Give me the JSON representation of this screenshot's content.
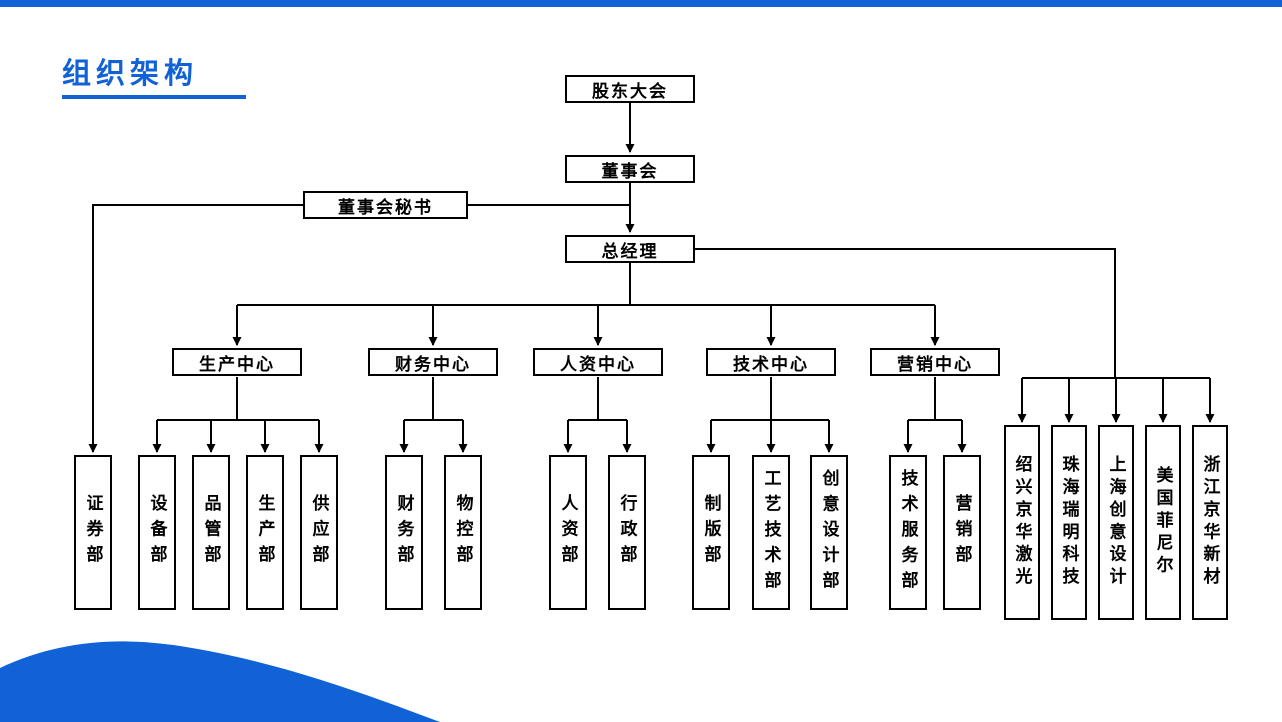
{
  "page": {
    "title": "组织架构"
  },
  "colors": {
    "accent_blue": "#1062d6",
    "line_black": "#000000",
    "box_fill": "#ffffff"
  },
  "org_chart": {
    "shareholders": "股东大会",
    "board": "董事会",
    "board_secretary": "董事会秘书",
    "general_manager": "总经理",
    "securities_dept": "证券部",
    "centers": [
      {
        "label": "生产中心",
        "departments": [
          "设备部",
          "品管部",
          "生产部",
          "供应部"
        ]
      },
      {
        "label": "财务中心",
        "departments": [
          "财务部",
          "物控部"
        ]
      },
      {
        "label": "人资中心",
        "departments": [
          "人资部",
          "行政部"
        ]
      },
      {
        "label": "技术中心",
        "departments": [
          "制版部",
          "工艺技术部",
          "创意设计部"
        ]
      },
      {
        "label": "营销中心",
        "departments": [
          "技术服务部",
          "营销部"
        ]
      }
    ],
    "subsidiaries": [
      "绍兴京华激光",
      "珠海瑞明科技",
      "上海创意设计",
      "美国菲尼尔",
      "浙江京华新材"
    ]
  }
}
